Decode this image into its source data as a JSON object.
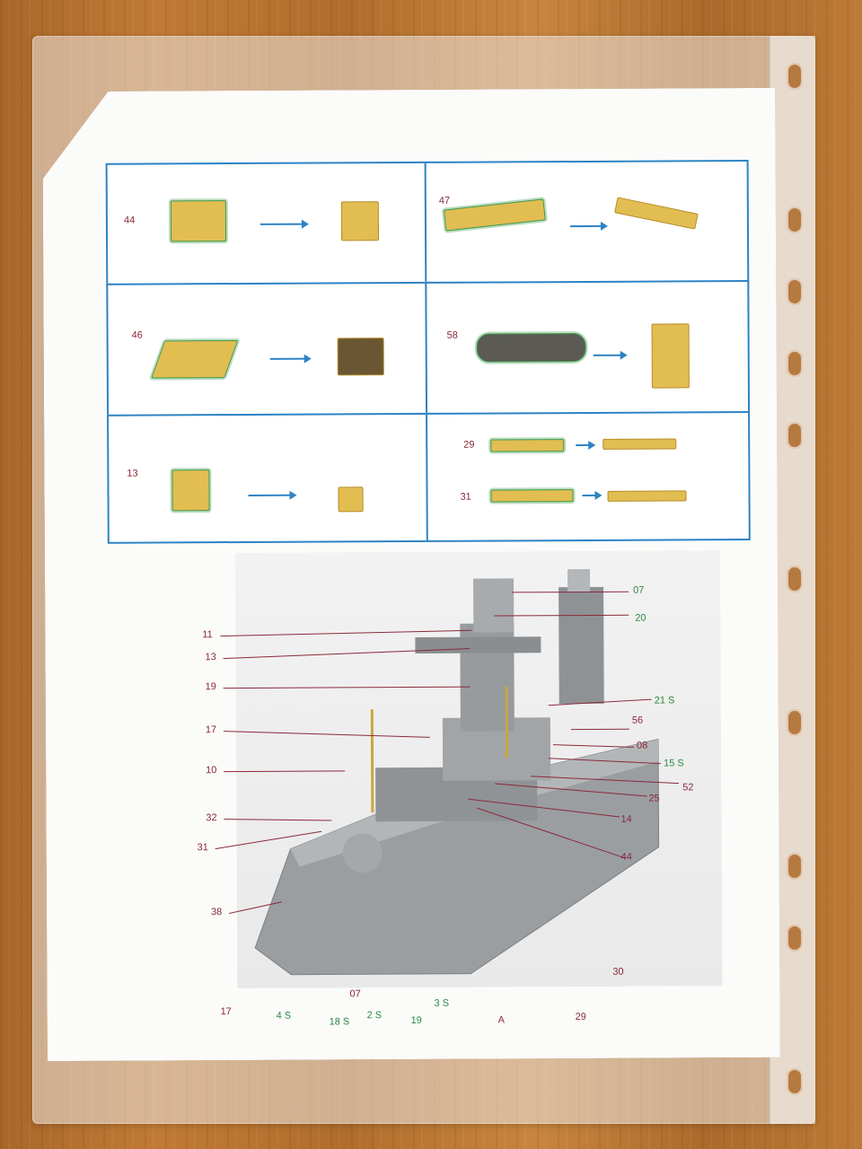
{
  "panels": [
    {
      "num": "44"
    },
    {
      "num": "47"
    },
    {
      "num": "46"
    },
    {
      "num": "58"
    },
    {
      "num": "13"
    },
    {
      "num": "29",
      "num2": "31"
    }
  ],
  "callouts_red": [
    "11",
    "13",
    "19",
    "17",
    "10",
    "32",
    "31",
    "38",
    "17",
    "07",
    "19",
    "A",
    "29",
    "30",
    "44",
    "14",
    "25",
    "52",
    "08",
    "56"
  ],
  "callouts_green": [
    "07",
    "20",
    "21 S",
    "15 S",
    "4 S",
    "18 S",
    "2 S",
    "3 S"
  ],
  "colors": {
    "panel_border": "#2d83c4",
    "label_red": "#8a2a3a",
    "label_green": "#2f8a42",
    "brass": "#e2bd52",
    "hull": "#9a9ea1"
  }
}
